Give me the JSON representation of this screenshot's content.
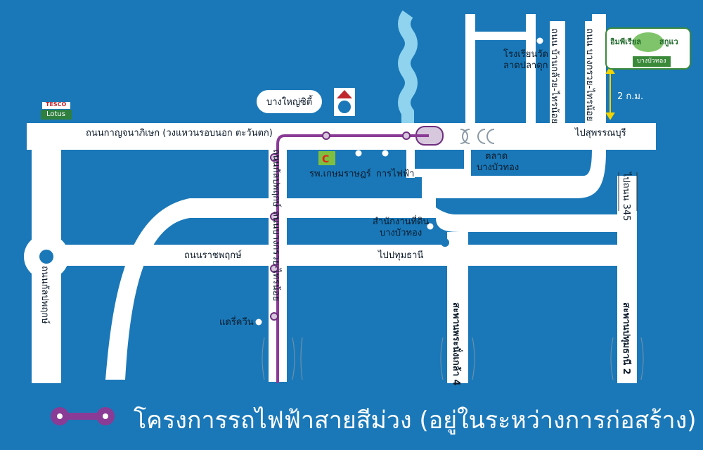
{
  "roads": {
    "kanchanaphisek": "ถนนกาญจนาภิเษก (วงแหวนรอบนอก ตะวันตก)",
    "to_suphanburi": "ไปสุพรรณบุรี",
    "ratchaphruek": "ถนนราชพฤกษ์",
    "to_pathumthani": "ไปปทุมธานี",
    "bangkruai_sainoi_main": "ถนนบางกรวย-ไทรน้อย",
    "bangkruai_sainoi_top": "ถนน บางกรวย-ไทรน้อย",
    "ban_kluai_sainoi": "ถนน บ้านกล้วย-ไทรน้อย",
    "kanlapaphruek": "ถนนกัลปพฤกษ์",
    "to_road_345": "ไปถนน 345",
    "pathumthani_2": "สะพานปทุมธานี 2",
    "phra_nangklao_4": "สะพานพระนั่งเกล้า 4",
    "kanlapaphruek_left": "ถนนกัลปพฤกษ์"
  },
  "places": {
    "tesco_top": "TESCO",
    "tesco_bottom": "Lotus",
    "bang_yai_city": "บางใหญ่ซิตี้",
    "kasemrad_hospital": "รพ.เกษมราษฎร์",
    "electricity": "การไฟฟ้า",
    "market_line1": "ตลาด",
    "market_line2": "บางบัวทอง",
    "land_office_line1": "สำนักงานที่ดิน",
    "land_office_line2": "บางบัวทอง",
    "school_line1": "โรงเรียนวัด",
    "school_line2": "ลาดปลาดุก",
    "dairy_queen": "แดรี่ควีน"
  },
  "distance_marker": "2 ก.ม.",
  "logo": {
    "line1": "อิมพีเรียล",
    "line2": "สกูแว",
    "sub": "บางบัวทอง"
  },
  "legend": {
    "text": "โครงการรถไฟฟ้าสายสีม่วง (อยู่ในระหว่างการก่อสร้าง)"
  },
  "colors": {
    "background": "#1a78b8",
    "road": "#ffffff",
    "purple_line": "#8a3b96",
    "river": "#8fd3ee"
  }
}
